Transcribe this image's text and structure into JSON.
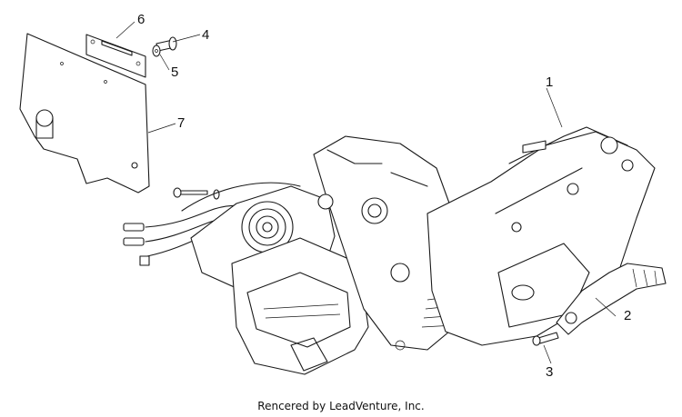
{
  "diagram": {
    "callouts": [
      "1",
      "2",
      "3",
      "4",
      "5",
      "6",
      "7"
    ],
    "credit": "Rencered by LeadVenture, Inc."
  }
}
